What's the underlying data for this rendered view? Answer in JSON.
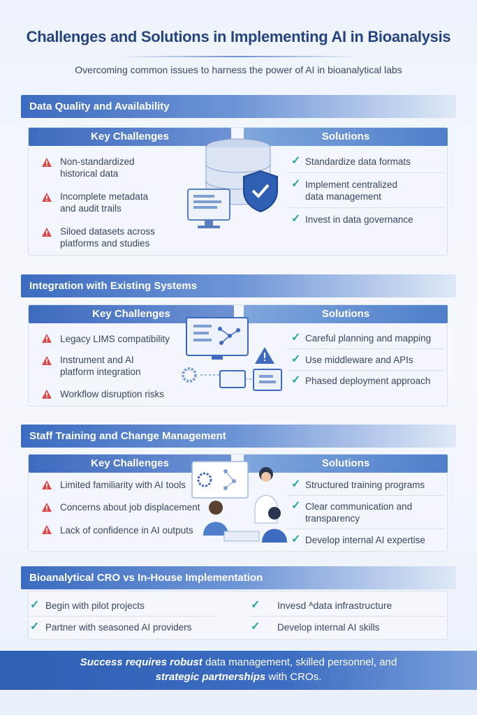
{
  "title": "Challenges and Solutions in Implementing AI in Bioanalysis",
  "subtitle": "Overcoming common issues to harness the power of AI in bioanalytical labs",
  "sections": [
    {
      "heading": "Data Quality and Availability",
      "challenges_label": "Key Challenges",
      "solutions_label": "Solutions",
      "challenges": [
        [
          "Non-standardized",
          "historical data"
        ],
        [
          "Incomplete metadata",
          "and audit trails"
        ],
        [
          "Siloed datasets across",
          "platforms and studies"
        ]
      ],
      "solutions": [
        [
          "Standardize data formats"
        ],
        [
          "Implement centralized",
          "data management"
        ],
        [
          "Invest in data governance"
        ]
      ]
    },
    {
      "heading": "Integration with Existing Systems",
      "challenges_label": "Key Challenges",
      "solutions_label": "Solutions",
      "challenges": [
        [
          "Legacy LIMS compatibility"
        ],
        [
          "Instrument and AI",
          "platform integration"
        ],
        [
          "Workflow disruption risks"
        ]
      ],
      "solutions": [
        [
          "Careful planning and mapping"
        ],
        [
          "Use middleware and APIs"
        ],
        [
          "Phased deployment approach"
        ]
      ]
    },
    {
      "heading": "Staff Training and Change Management",
      "challenges_label": "Key Challenges",
      "solutions_label": "Solutions",
      "challenges": [
        [
          "Limited familiarity with AI tools"
        ],
        [
          "Concerns about job displacement"
        ],
        [
          "Lack of confidence in AI outputs"
        ]
      ],
      "solutions": [
        [
          "Structured training programs"
        ],
        [
          "Clear communication and",
          "transparency"
        ],
        [
          "Develop internal AI expertise"
        ]
      ]
    }
  ],
  "cro": {
    "heading": "Bioanalytical CRO vs In-House Implementation",
    "left": [
      "Begin with pilot projects",
      "Partner with seasoned AI providers"
    ],
    "right": [
      "Invesd ᴬdata  infrastructure",
      "Develop internal AI skills"
    ]
  },
  "footer": {
    "line1_bold": "Success requires robust",
    "line1_rest": " data management, skilled personnel, and",
    "line2_bold": "strategic partnerships",
    "line2_rest": " with CROs."
  },
  "colors": {
    "brand": "#26447f",
    "accent": "#3c6cc0",
    "warning": "#d94a4a",
    "check": "#2aa3a3"
  },
  "icons": {
    "challenge": "warning-triangle-icon",
    "solution": "checkmark-icon"
  }
}
